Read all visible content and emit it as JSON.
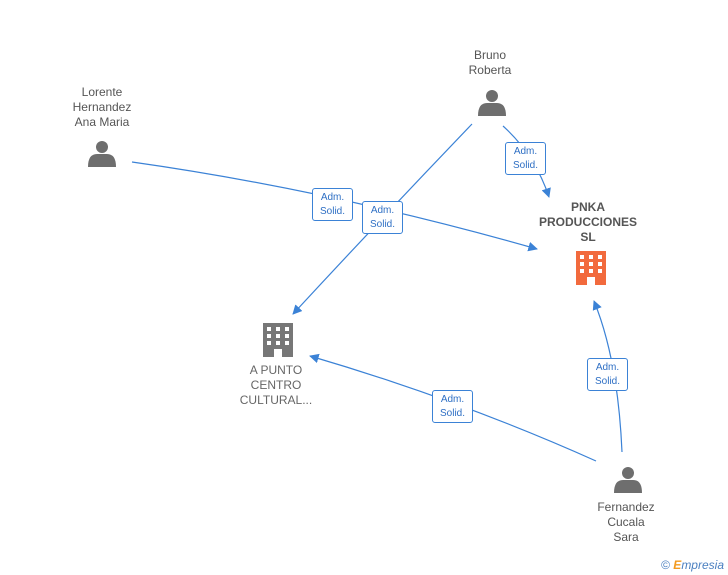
{
  "nodes": {
    "lorente": {
      "name_lines": [
        "Lorente",
        "Hernandez",
        "Ana Maria"
      ],
      "type": "person"
    },
    "bruno": {
      "name_lines": [
        "Bruno",
        "Roberta"
      ],
      "type": "person"
    },
    "fernandez": {
      "name_lines": [
        "Fernandez",
        "Cucala",
        "Sara"
      ],
      "type": "person"
    },
    "pnka": {
      "name_lines": [
        "PNKA",
        "PRODUCCIONES",
        "SL"
      ],
      "type": "company",
      "highlight": true
    },
    "apunto": {
      "name_lines": [
        "A PUNTO",
        "CENTRO",
        "CULTURAL..."
      ],
      "type": "company"
    }
  },
  "edges": [
    {
      "from": "lorente",
      "to": "pnka",
      "label_lines": [
        "Adm.",
        "Solid."
      ]
    },
    {
      "from": "bruno",
      "to": "apunto",
      "label_lines": [
        "Adm.",
        "Solid."
      ]
    },
    {
      "from": "bruno",
      "to": "pnka",
      "label_lines": [
        "Adm.",
        "Solid."
      ]
    },
    {
      "from": "fernandez",
      "to": "pnka",
      "label_lines": [
        "Adm.",
        "Solid."
      ]
    },
    {
      "from": "fernandez",
      "to": "apunto",
      "label_lines": [
        "Adm.",
        "Solid."
      ]
    }
  ],
  "colors": {
    "edge": "#3b82d6",
    "person_icon": "#6e6e6e",
    "company_icon": "#777777",
    "highlight_company_icon": "#f26a3d"
  },
  "footer": {
    "copyright_symbol": "©",
    "brand_first": "E",
    "brand_rest": "mpresia"
  }
}
